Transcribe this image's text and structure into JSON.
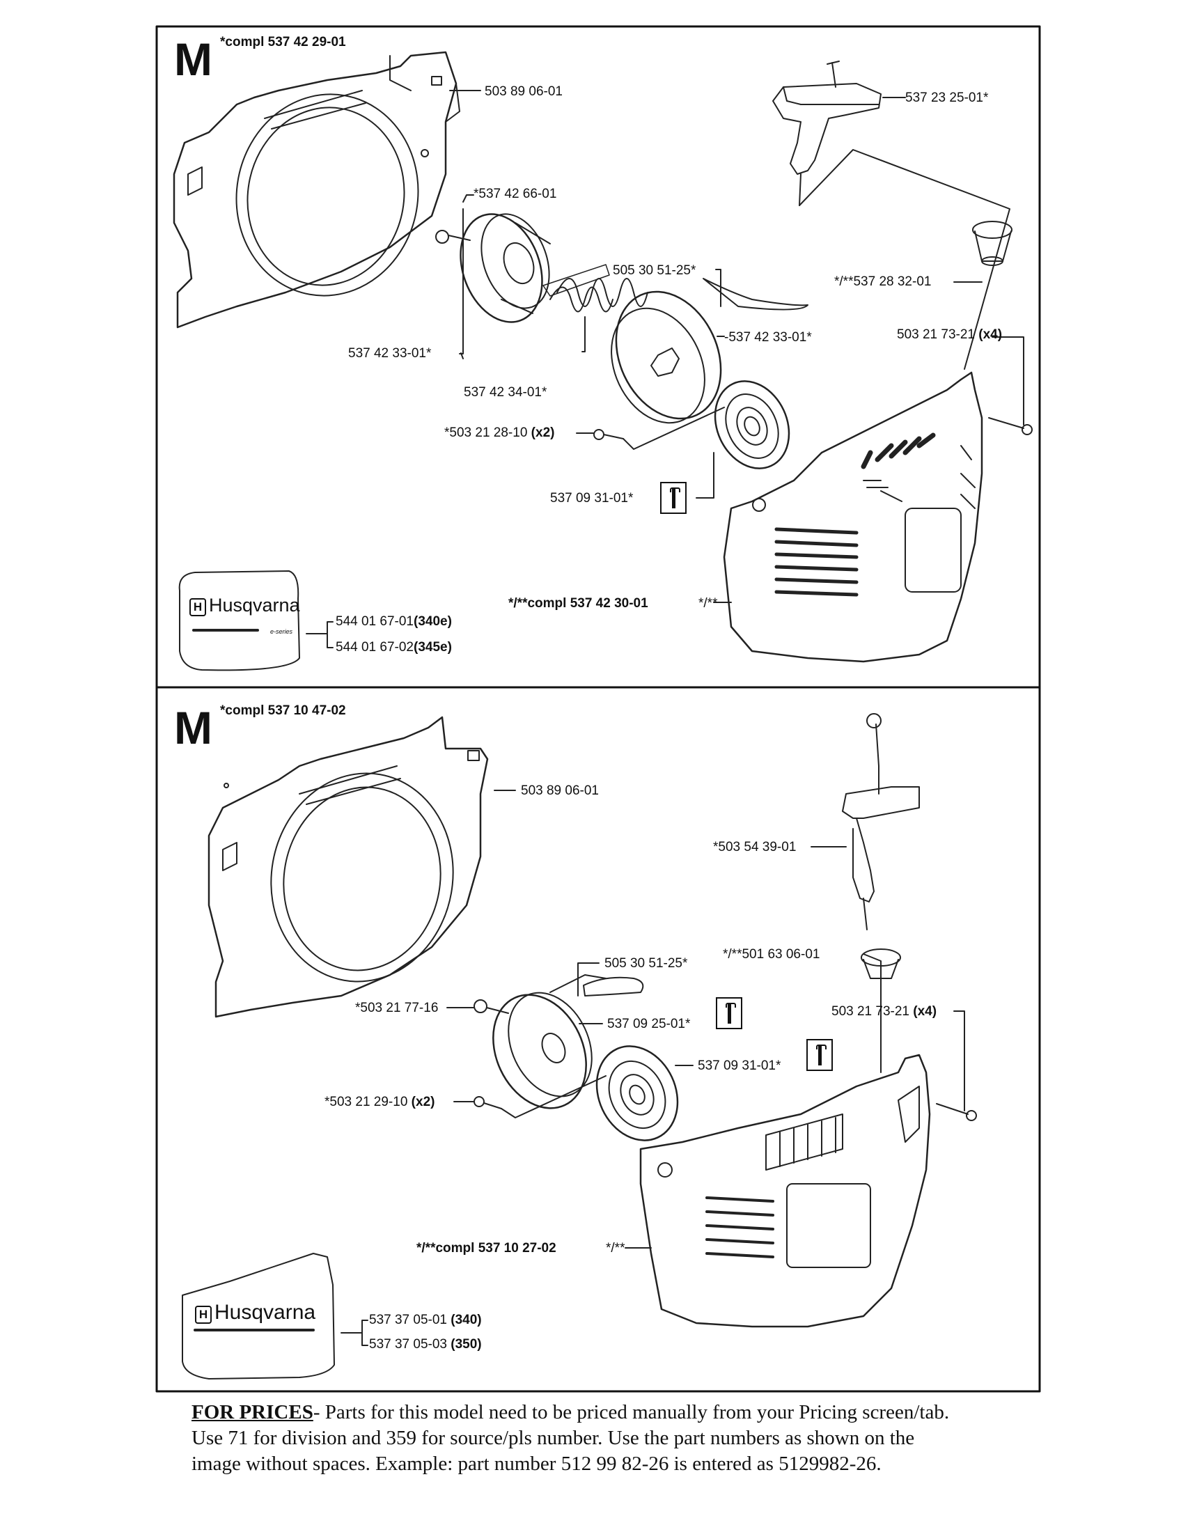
{
  "top": {
    "section_letter": "M",
    "assembly": "*compl 537 42 29-01",
    "labels": {
      "frame": "503 89 06-01",
      "handle": "537 23 25-01*",
      "pulley_bolt": "*537 42 66-01",
      "rope": "505 30 51-25*",
      "guide": "*/**537 28 32-01",
      "pulley_left": "537 42 33-01*",
      "pulley_right": "-537 42 33-01*",
      "screw_x4_num": "503 21 73-21 ",
      "screw_x4_qty": "(x4)",
      "spring": "537 42 34-01*",
      "screw_x2_num": "*503 21 28-10 ",
      "screw_x2_qty": "(x2)",
      "spring_cassette": "537 09 31-01*",
      "cover_compl": "*/**compl 537 42 30-01",
      "cover_note": "*/**",
      "decal_1_num": "544 01 67-01",
      "decal_1_model": "(340e)",
      "decal_2_num": "544 01 67-02",
      "decal_2_model": "(345e)"
    },
    "brand": "Husqvarna",
    "brand_subline": "e-series"
  },
  "bottom": {
    "section_letter": "M",
    "assembly": "*compl 537 10 47-02",
    "labels": {
      "frame": "503 89 06-01",
      "handle": "*503 54 39-01",
      "guide": "*/**501 63 06-01",
      "rope": "505 30 51-25*",
      "bolt": "*503 21 77-16",
      "pulley": "537 09 25-01*",
      "screw_x4_num": "503 21 73-21 ",
      "screw_x4_qty": "(x4)",
      "spring_cassette": "537 09 31-01*",
      "screw_x2_num": "*503 21 29-10 ",
      "screw_x2_qty": "(x2)",
      "cover_compl": "*/**compl 537 10 27-02",
      "cover_note": "*/**",
      "decal_1_num": "537 37 05-01 ",
      "decal_1_model": "(340)",
      "decal_2_num": "537 37 05-03 ",
      "decal_2_model": "(350)"
    },
    "brand": "Husqvarna"
  },
  "footer": {
    "heading": "FOR PRICES",
    "line1": "- Parts for this model need to be priced manually from your Pricing screen/tab.",
    "line2": "Use 71 for division and 359 for source/pls number.   Use the part numbers as shown on the",
    "line3": "image without spaces.  Example: part number 512 99 82-26 is entered as 5129982-26."
  }
}
